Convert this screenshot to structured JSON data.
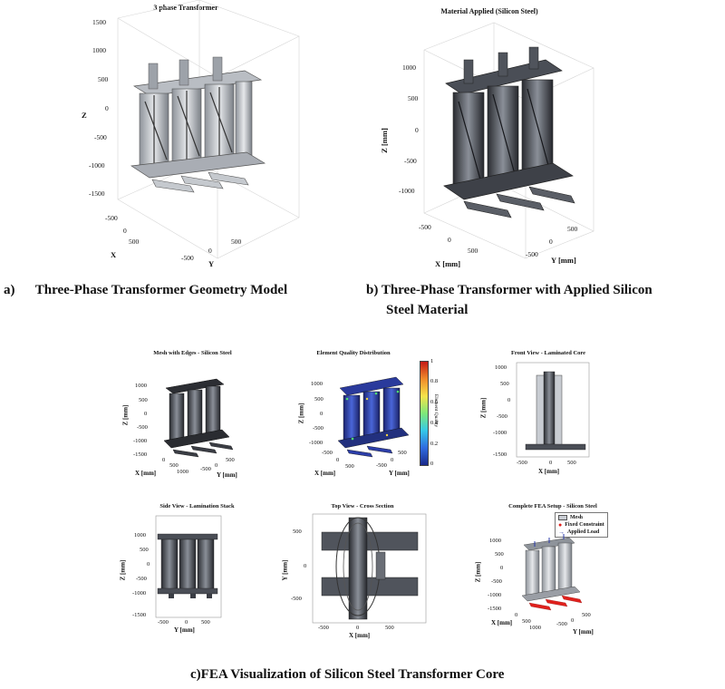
{
  "figures": {
    "a": {
      "title": "3 phase Transformer",
      "z_ticks": [
        "1500",
        "1000",
        "500",
        "0",
        "-500",
        "-1000",
        "-1500"
      ],
      "z_label": "Z",
      "x_ticks": [
        "-500",
        "0",
        "500"
      ],
      "x_label": "X",
      "y_ticks": [
        "-500",
        "0",
        "500"
      ],
      "y_label": "Y"
    },
    "b": {
      "title": "Material Applied (Silicon Steel)",
      "z_ticks": [
        "1000",
        "500",
        "0",
        "-500",
        "-1000"
      ],
      "z_label": "Z [mm]",
      "x_ticks": [
        "-500",
        "0",
        "500"
      ],
      "x_label": "X [mm]",
      "y_ticks": [
        "-500",
        "0",
        "500"
      ],
      "y_label": "Y [mm]"
    },
    "c1": {
      "title": "Mesh with Edges - Silicon Steel",
      "z_ticks": [
        "1000",
        "500",
        "0",
        "-500",
        "-1000",
        "-1500"
      ],
      "z_label": "Z [mm]",
      "x_ticks": [
        "0",
        "500",
        "1000"
      ],
      "x_label": "X [mm]",
      "y_ticks": [
        "-500",
        "0",
        "500"
      ],
      "y_label": "Y [mm]"
    },
    "c2": {
      "title": "Element Quality Distribution",
      "z_ticks": [
        "1000",
        "500",
        "0",
        "-500",
        "-1000"
      ],
      "z_label": "Z [mm]",
      "x_ticks": [
        "-500",
        "0",
        "500"
      ],
      "x_label": "X [mm]",
      "y_ticks": [
        "-500",
        "0",
        "500"
      ],
      "y_label": "Y [mm]",
      "colorbar_label": "Element Quality",
      "colorbar_ticks": [
        "1",
        "0.8",
        "0.6",
        "0.4",
        "0.2",
        "0"
      ]
    },
    "c3": {
      "title": "Front View - Laminated Core",
      "z_ticks": [
        "1000",
        "500",
        "0",
        "-500",
        "-1000",
        "-1500"
      ],
      "z_label": "Z [mm]",
      "x_ticks": [
        "-500",
        "0",
        "500"
      ],
      "x_label": "X [mm]"
    },
    "c4": {
      "title": "Side View - Lamination Stack",
      "z_ticks": [
        "1000",
        "500",
        "0",
        "-500",
        "-1000",
        "-1500"
      ],
      "z_label": "Z [mm]",
      "y_ticks": [
        "-500",
        "0",
        "500"
      ],
      "y_label": "Y [mm]"
    },
    "c5": {
      "title": "Top View - Cross Section",
      "y_ticks": [
        "500",
        "0",
        "-500"
      ],
      "y_label": "Y [mm]",
      "x_ticks": [
        "-500",
        "0",
        "500"
      ],
      "x_label": "X [mm]"
    },
    "c6": {
      "title": "Complete FEA Setup - Silicon Steel",
      "z_ticks": [
        "1000",
        "500",
        "0",
        "-500",
        "-1000",
        "-1500"
      ],
      "z_label": "Z [mm]",
      "x_ticks": [
        "0",
        "500",
        "1000"
      ],
      "x_label": "X [mm]",
      "y_ticks": [
        "-500",
        "0",
        "500"
      ],
      "y_label": "Y [mm]",
      "legend": [
        "Mesh",
        "Fixed Constraint",
        "Applied Load"
      ]
    }
  },
  "captions": {
    "a": "a)      Three-Phase Transformer Geometry Model",
    "b_line1": "b) Three-Phase Transformer with Applied Silicon",
    "b_line2": "Steel Material",
    "c": "c)FEA Visualization of Silicon Steel Transformer Core"
  },
  "colors": {
    "steel_light": "#c8ccd2",
    "steel_dark": "#3a3d44",
    "fixed_constraint": "#e0201c",
    "applied_load": "#2a3aa8"
  }
}
